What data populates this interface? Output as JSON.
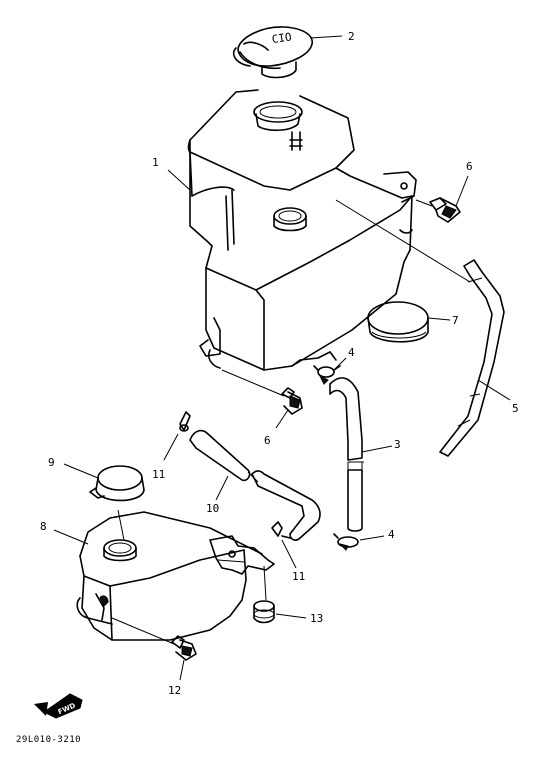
{
  "diagram": {
    "callouts": {
      "c1": "1",
      "c2": "2",
      "c3": "3",
      "c4a": "4",
      "c4b": "4",
      "c5": "5",
      "c6a": "6",
      "c6b": "6",
      "c7": "7",
      "c8": "8",
      "c9": "9",
      "c10": "10",
      "c11a": "11",
      "c11b": "11",
      "c12": "12",
      "c13": "13"
    },
    "cap_text": "CIO",
    "drawing_code": "29L010-3210",
    "logo_text": "FWD"
  }
}
